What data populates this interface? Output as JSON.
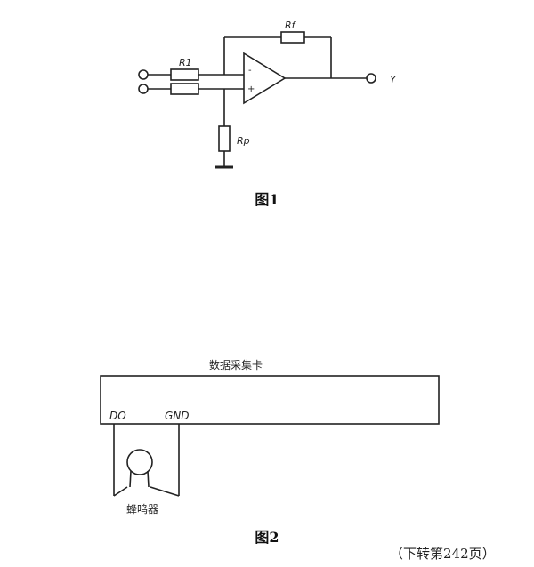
{
  "figure1": {
    "caption": "图1",
    "labels": {
      "rf": "Rf",
      "r1": "R1",
      "rp": "Rp",
      "output": "Y",
      "minus": "-",
      "plus": "+"
    }
  },
  "figure2": {
    "caption": "图2",
    "card_label": "数据采集卡",
    "pin_do": "DO",
    "pin_gnd": "GND",
    "buzzer_label": "蜂鸣器"
  },
  "footer": {
    "note": "（下转第242页）"
  }
}
